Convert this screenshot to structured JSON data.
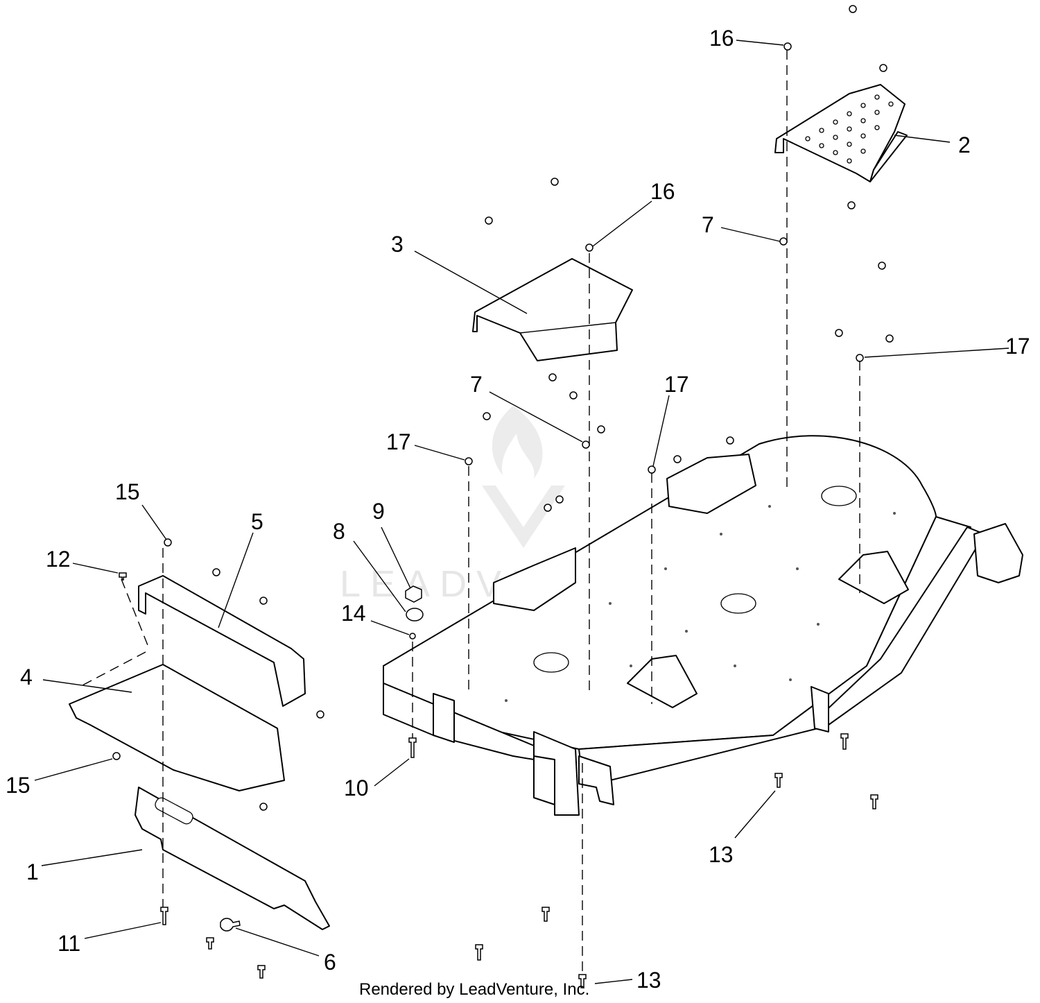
{
  "callouts": {
    "c1": "1",
    "c2": "2",
    "c3": "3",
    "c4": "4",
    "c5": "5",
    "c6": "6",
    "c7a": "7",
    "c7b": "7",
    "c8": "8",
    "c9": "9",
    "c10": "10",
    "c11": "11",
    "c12": "12",
    "c13a": "13",
    "c13b": "13",
    "c14": "14",
    "c15a": "15",
    "c15b": "15",
    "c16a": "16",
    "c16b": "16",
    "c17a": "17",
    "c17b": "17",
    "c17c": "17"
  },
  "footer": "Rendered by LeadVenture, Inc.",
  "watermark": "LEADVENTURE"
}
